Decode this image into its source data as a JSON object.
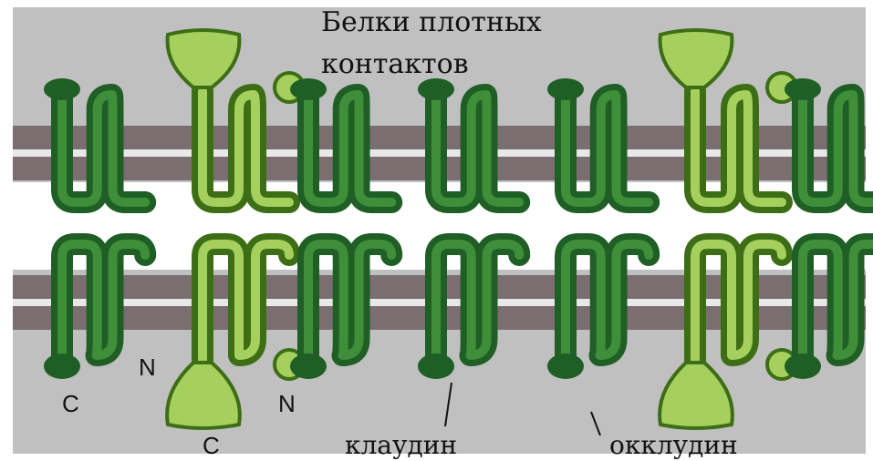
{
  "title_line1": "Белки плотных",
  "title_line2": "контактов",
  "labels": {
    "c_left": "C",
    "n_left": "N",
    "c_second": "C",
    "n_second": "N",
    "claudin": "клаудин",
    "occludin": "окклудин"
  },
  "colors": {
    "background": "#bfc0bf",
    "membrane_band": "#7a6e70",
    "membrane_gap": "#e8e8e8",
    "intercellular_space": "#ffffff",
    "claudin_outline": "#1f5e25",
    "claudin_fill": "#3f8f3a",
    "occludin_outline": "#3d6e16",
    "occludin_fill": "#a6d05e"
  },
  "proteins": [
    {
      "kind": "claudin"
    },
    {
      "kind": "occludin"
    },
    {
      "kind": "claudin"
    },
    {
      "kind": "claudin"
    },
    {
      "kind": "claudin"
    },
    {
      "kind": "occludin"
    },
    {
      "kind": "claudin"
    }
  ]
}
